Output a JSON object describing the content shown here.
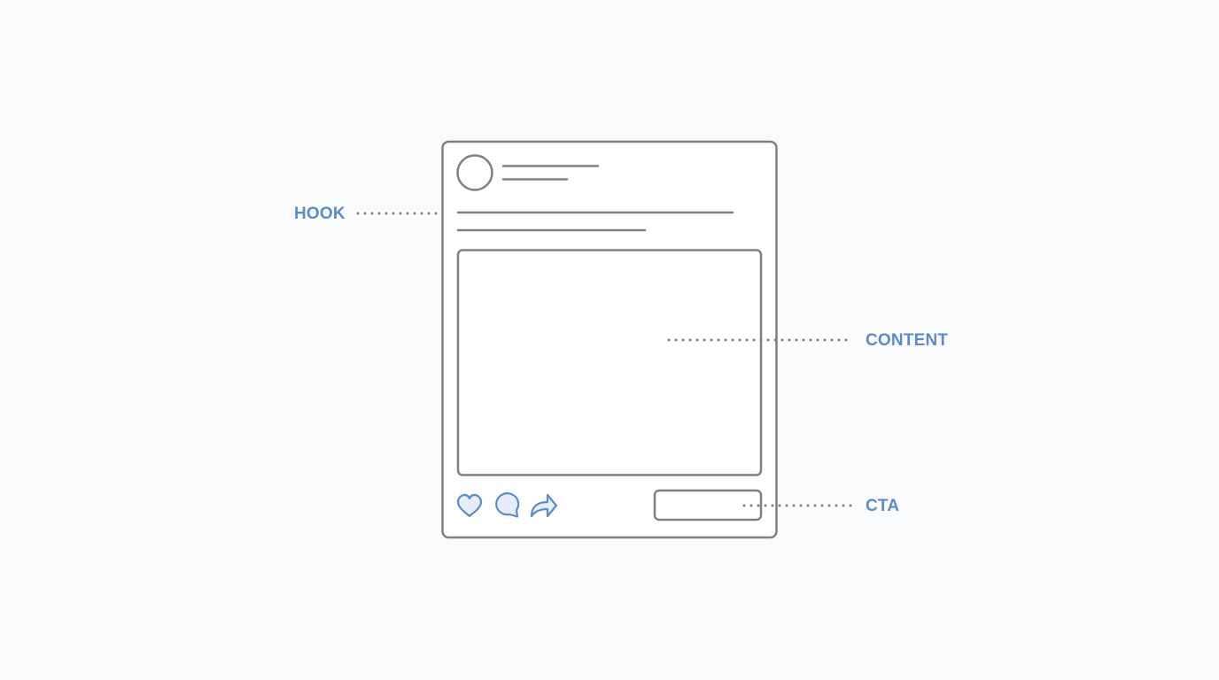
{
  "colors": {
    "background": "#fafbfc",
    "frame_stroke": "#7e8184",
    "accent": "#5b8cc9",
    "icon_fill": "#e4edf8"
  },
  "labels": {
    "hook": "HOOK",
    "content": "CONTENT",
    "cta": "CTA"
  },
  "post": {
    "action_icons": [
      "heart-icon",
      "comment-icon",
      "share-icon"
    ]
  }
}
